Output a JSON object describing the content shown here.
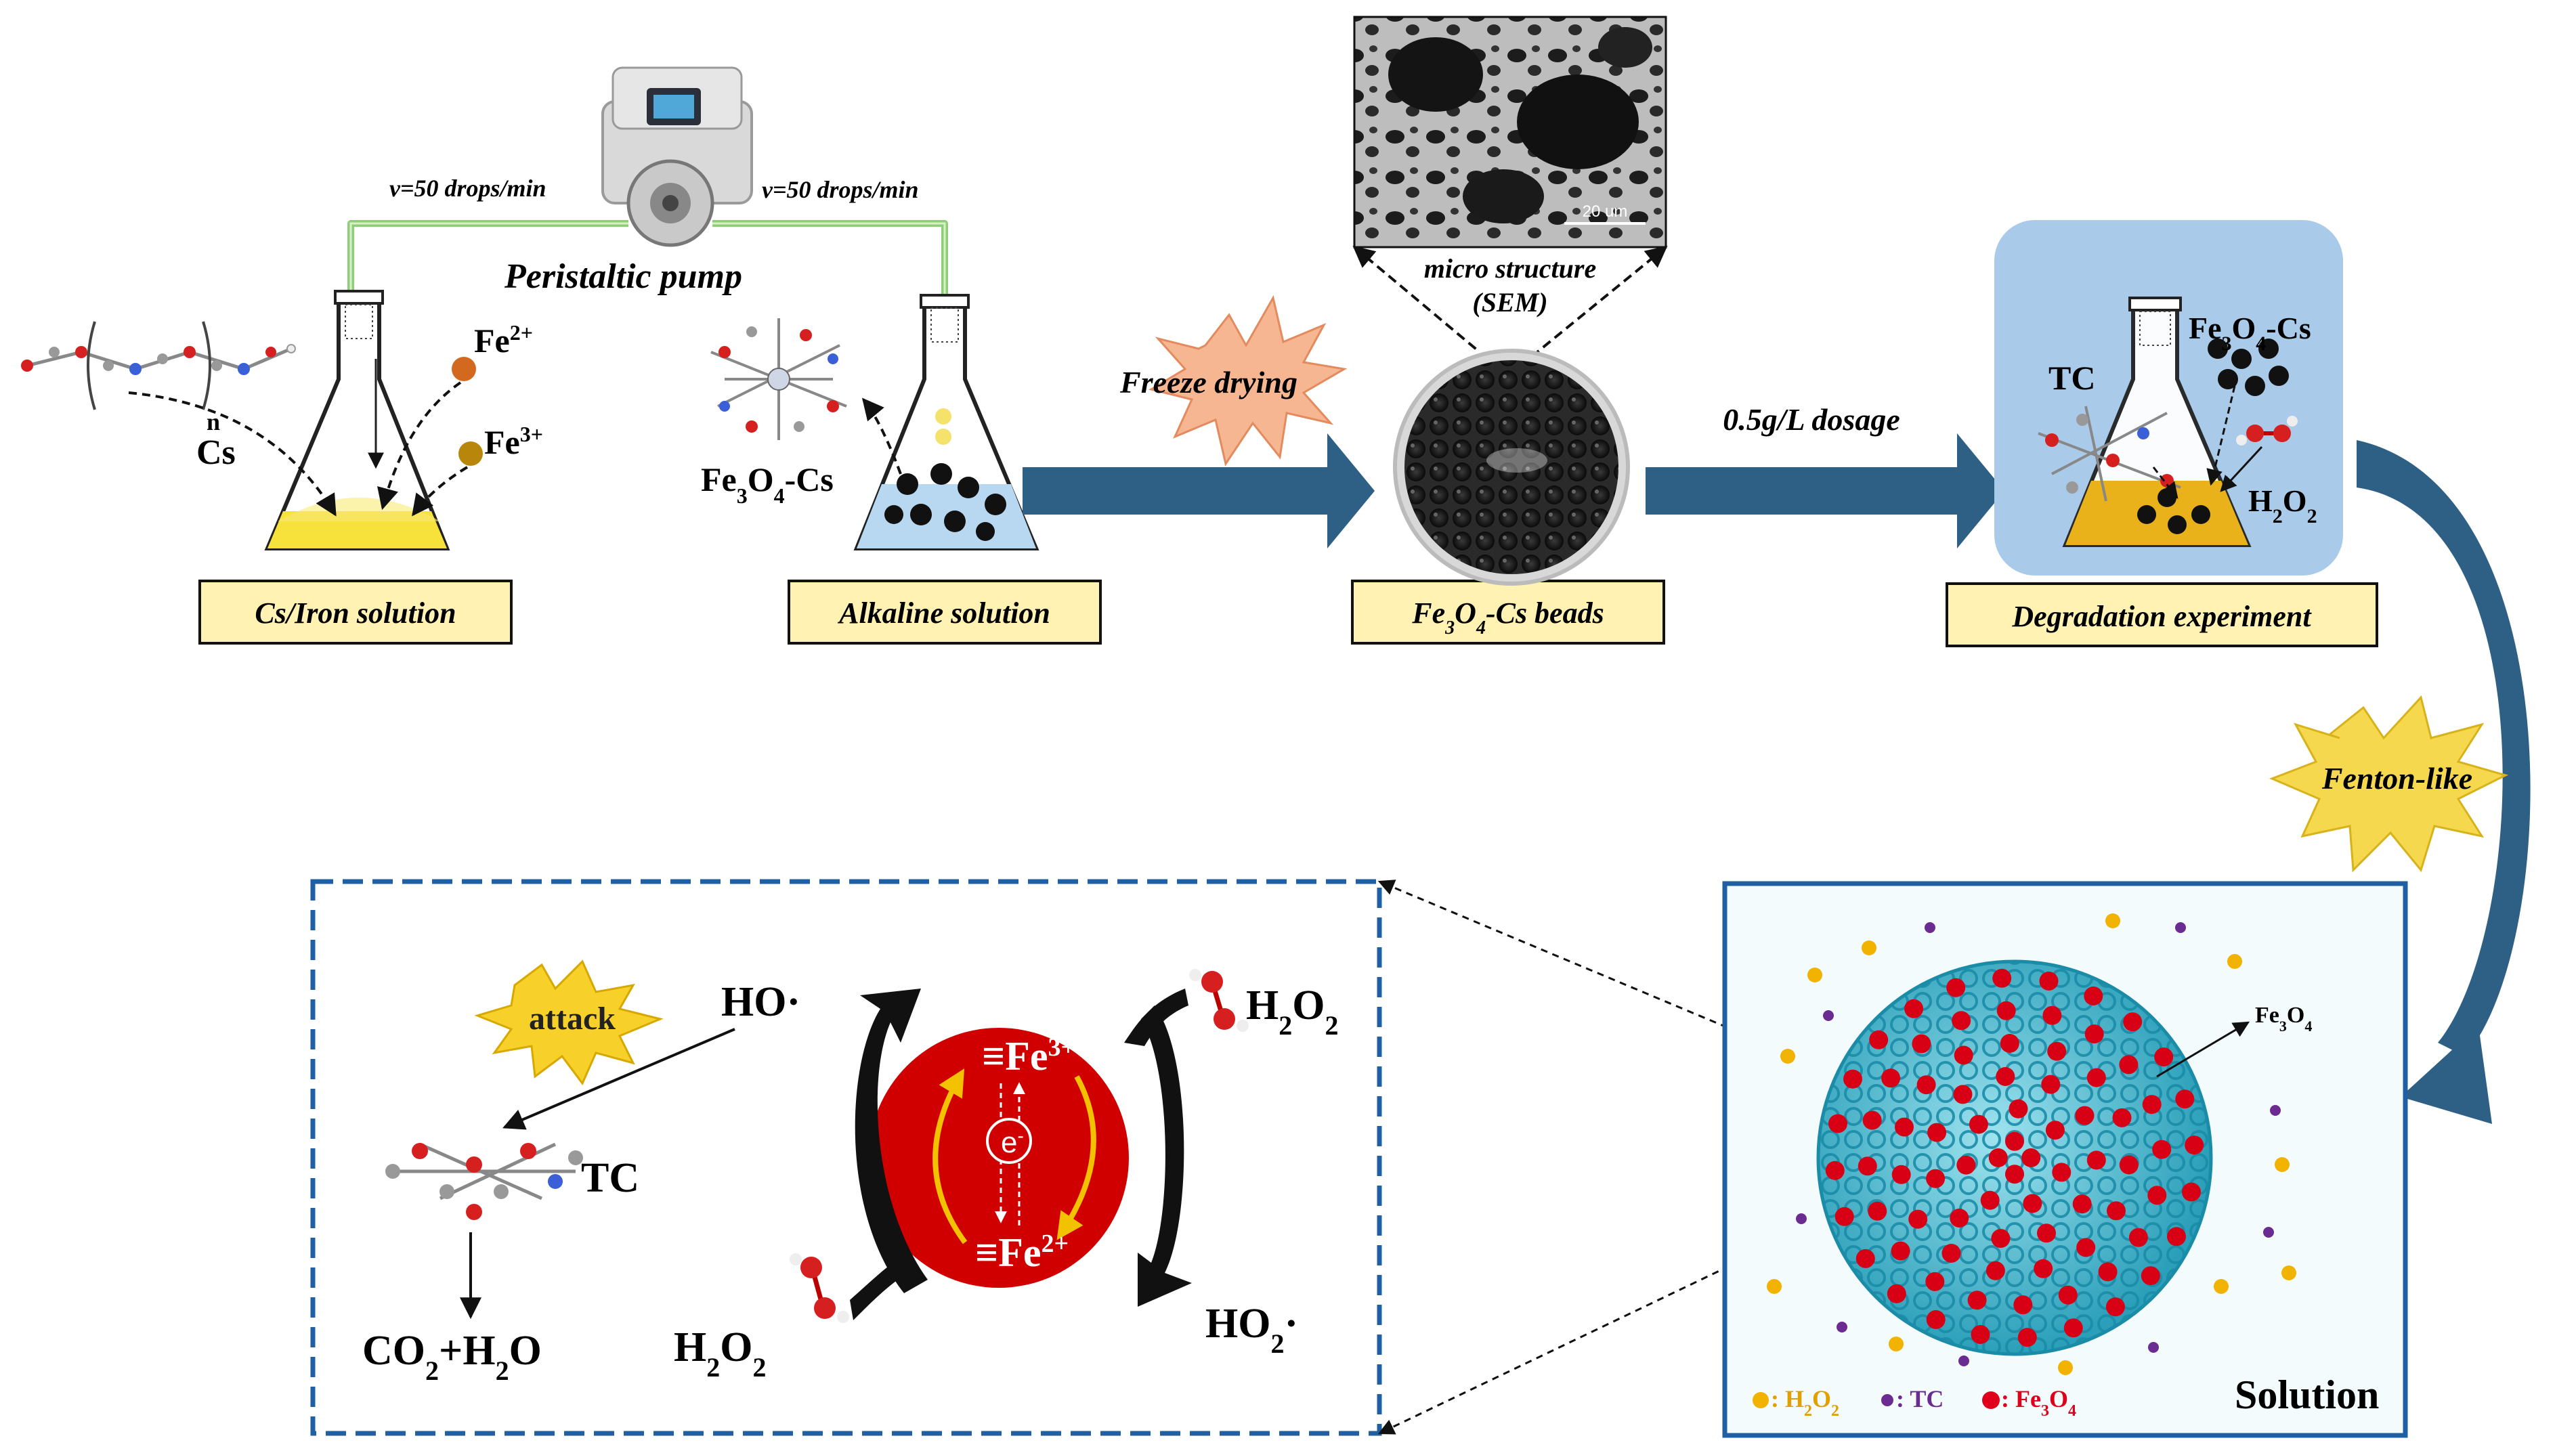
{
  "top": {
    "flow_rate_left": "v=50 drops/min",
    "flow_rate_right": "v=50 drops/min",
    "pump_label": "Peristaltic pump",
    "cs_label": "Cs",
    "cs_subscript": "n",
    "fe2_label": "Fe",
    "fe2_charge": "2+",
    "fe3_label": "Fe",
    "fe3_charge": "3+",
    "fe3o4cs_label_a": "Fe",
    "fe3o4cs_sub_a": "3",
    "fe3o4cs_label_b": "O",
    "fe3o4cs_sub_b": "4",
    "fe3o4cs_label_c": "-Cs",
    "freeze_label": "Freeze drying",
    "sem_caption_line1": "micro structure",
    "sem_caption_line2": "(SEM)",
    "sem_scale": "20 um",
    "dosage_label": "0.5g/L dosage",
    "tc_label": "TC",
    "h2o2_label": "H",
    "h2o2_sub1": "2",
    "h2o2_o": "O",
    "h2o2_sub2": "2",
    "fenton_label": "Fenton-like"
  },
  "boxes": {
    "cs_iron": "Cs/Iron solution",
    "alkaline": "Alkaline solution",
    "beads_a": "Fe",
    "beads_sub_a": "3",
    "beads_b": "O",
    "beads_sub_b": "4",
    "beads_c": "-Cs beads",
    "degradation": "Degradation experiment"
  },
  "mechanism": {
    "attack_label": "attack",
    "ho_radical": "HO·",
    "tc_label": "TC",
    "products": "CO",
    "products_sub": "2",
    "products_b": "+H",
    "products_sub2": "2",
    "products_c": "O",
    "fe3_center": "≡Fe",
    "fe3_center_charge": "3+",
    "fe2_center": "≡Fe",
    "fe2_center_charge": "2+",
    "electron": "e",
    "electron_charge": "-",
    "h2o2_a": "H",
    "h2o2_a_sub": "2",
    "h2o2_a_o": "O",
    "h2o2_a_sub2": "2",
    "h2o2_b": "H",
    "h2o2_b_sub": "2",
    "h2o2_b_o": "O",
    "h2o2_b_sub2": "2",
    "ho2_radical": "HO",
    "ho2_sub": "2",
    "ho2_dot": "·"
  },
  "solution_panel": {
    "fe3o4_pointer": "Fe",
    "fe3o4_pointer_sub": "3",
    "fe3o4_pointer_o": "O",
    "fe3o4_pointer_sub2": "4",
    "title": "Solution",
    "legend": [
      {
        "symbol_color": "#f2b300",
        "label": ": H",
        "sub": "2",
        "label2": "O",
        "sub2": "2",
        "text_color": "#e0a000"
      },
      {
        "symbol_color": "#6a2c91",
        "label": ": TC",
        "sub": "",
        "label2": "",
        "sub2": "",
        "text_color": "#6a2c91"
      },
      {
        "symbol_color": "#e0001b",
        "label": ": Fe",
        "sub": "3",
        "label2": "O",
        "sub2": "4",
        "text_color": "#e0001b"
      }
    ]
  },
  "colors": {
    "flow_arrow": "#2e5f85",
    "box_fill": "#fff2b2",
    "freeze_burst": "#f6b691",
    "fenton_burst": "#f5d84e",
    "attack_burst": "#f7d12a",
    "fe_center": "#d10000",
    "cycle_arrow": "#f2c200",
    "degradation_bg": "#a9cbe9",
    "mechanism_border": "#1f5fa3"
  }
}
